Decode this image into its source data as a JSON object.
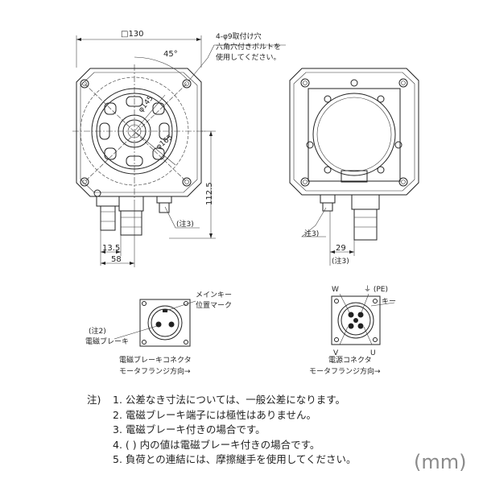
{
  "dimensions": {
    "square": "□130",
    "angle": "45°",
    "pcd145": "φ145",
    "pcd165": "φ165",
    "height": "112.5",
    "offset1": "13.5",
    "width58": "58",
    "dim29": "29"
  },
  "callouts": {
    "mount_hole_line1": "4-φ9取付け穴",
    "mount_hole_line2": "六角穴付きボルトを",
    "mount_hole_line3": "使用してください。",
    "note3_a": "(注3)",
    "note3_b": "注3)",
    "note3_c": "(注3)",
    "key_pos_line1": "メインキー",
    "key_pos_line2": "位置マーク",
    "brake_line1": "(注2)",
    "brake_line2": "電磁ブレーキ",
    "brake_conn_title": "電磁ブレーキコネクタ",
    "brake_conn_dir": "モータフランジ方向→",
    "power_conn_title": "電源コネクタ",
    "power_conn_dir": "モータフランジ方向→",
    "pin_w": "W",
    "pin_pe": "⏚ (PE)",
    "pin_key": "キー",
    "pin_v": "V",
    "pin_u": "U"
  },
  "notes": {
    "header": "注)",
    "items": [
      "1. 公差なき寸法については、一般公差になります。",
      "2. 電磁ブレーキ端子には極性はありません。",
      "3. 電磁ブレーキ付きの場合です。",
      "4. (  ) 内の値は電磁ブレーキ付きの場合です。",
      "5. 負荷との連結には、摩擦継手を使用してください。"
    ]
  },
  "unit_label": "(mm)",
  "icons": [
    "ground-icon",
    "arrow-right-icon"
  ]
}
